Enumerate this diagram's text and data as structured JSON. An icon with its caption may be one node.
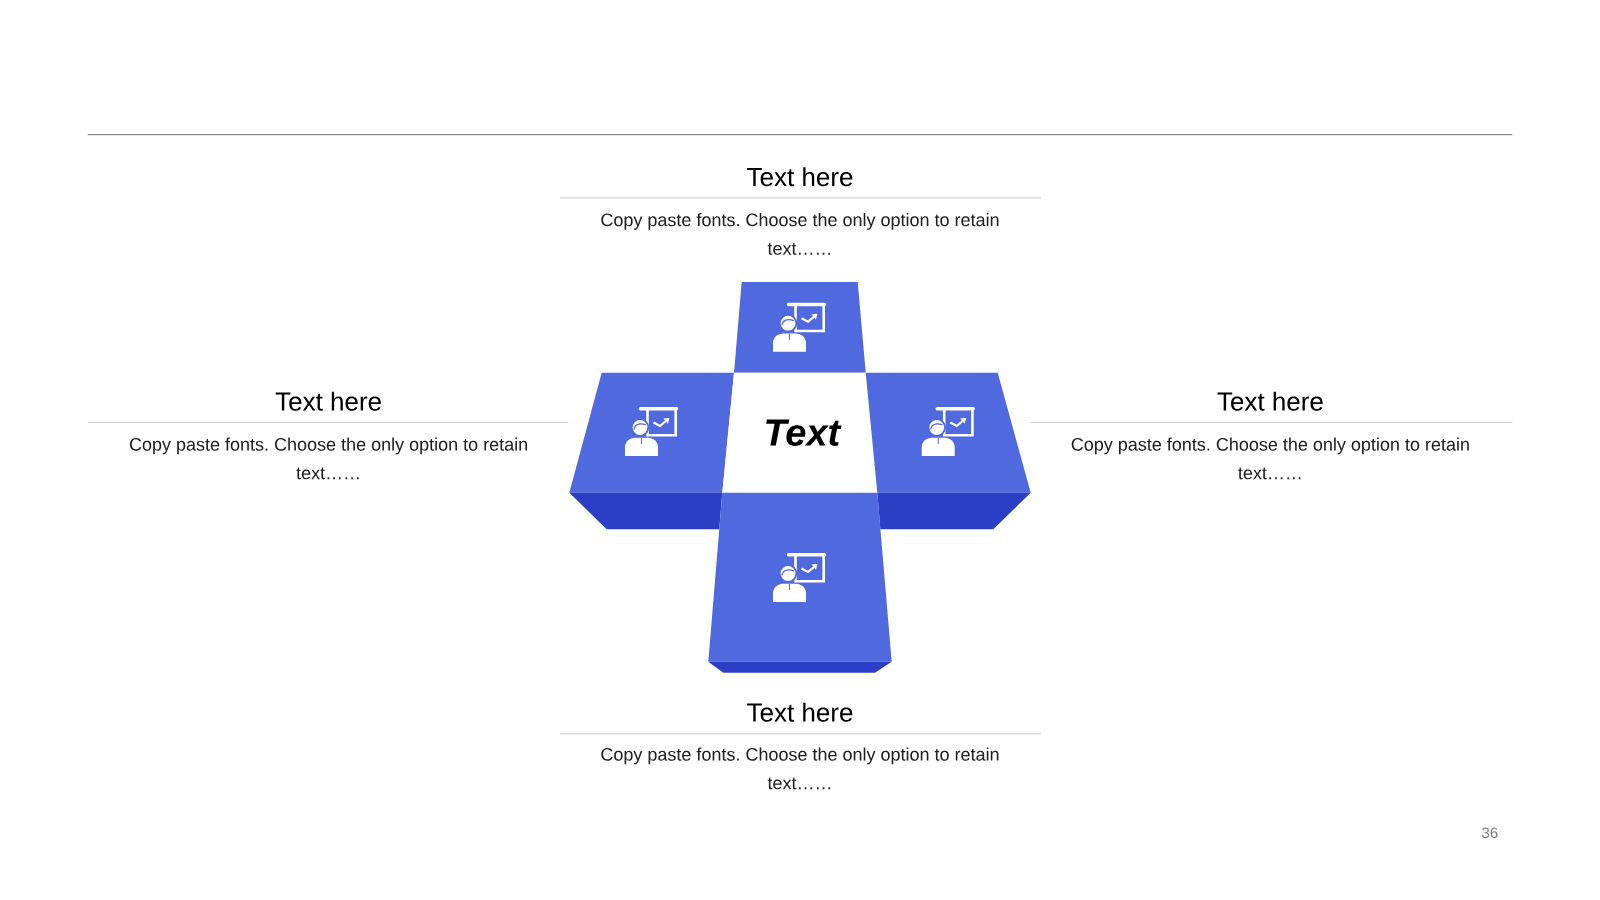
{
  "diagram": {
    "nodes": [
      {
        "text": [],
        "shape": "box",
        "beside": [
          "Text here",
          "Copy paste fonts. Choose the only option to retain text……"
        ]
      },
      {
        "text": [],
        "shape": "box",
        "beside": [
          "Text here",
          "Copy paste fonts. Choose the only option to retain text……"
        ]
      },
      {
        "text": [
          "Text"
        ]
      },
      {
        "text": [],
        "shape": "box",
        "beside": [
          "Text here",
          "Copy paste fonts. Choose the only option to retain text……"
        ]
      },
      {
        "text": [],
        "shape": "box",
        "beside": [
          "Text here",
          "Copy paste fonts. Choose the only option to retain text……"
        ]
      }
    ],
    "labels": [
      "36"
    ]
  }
}
